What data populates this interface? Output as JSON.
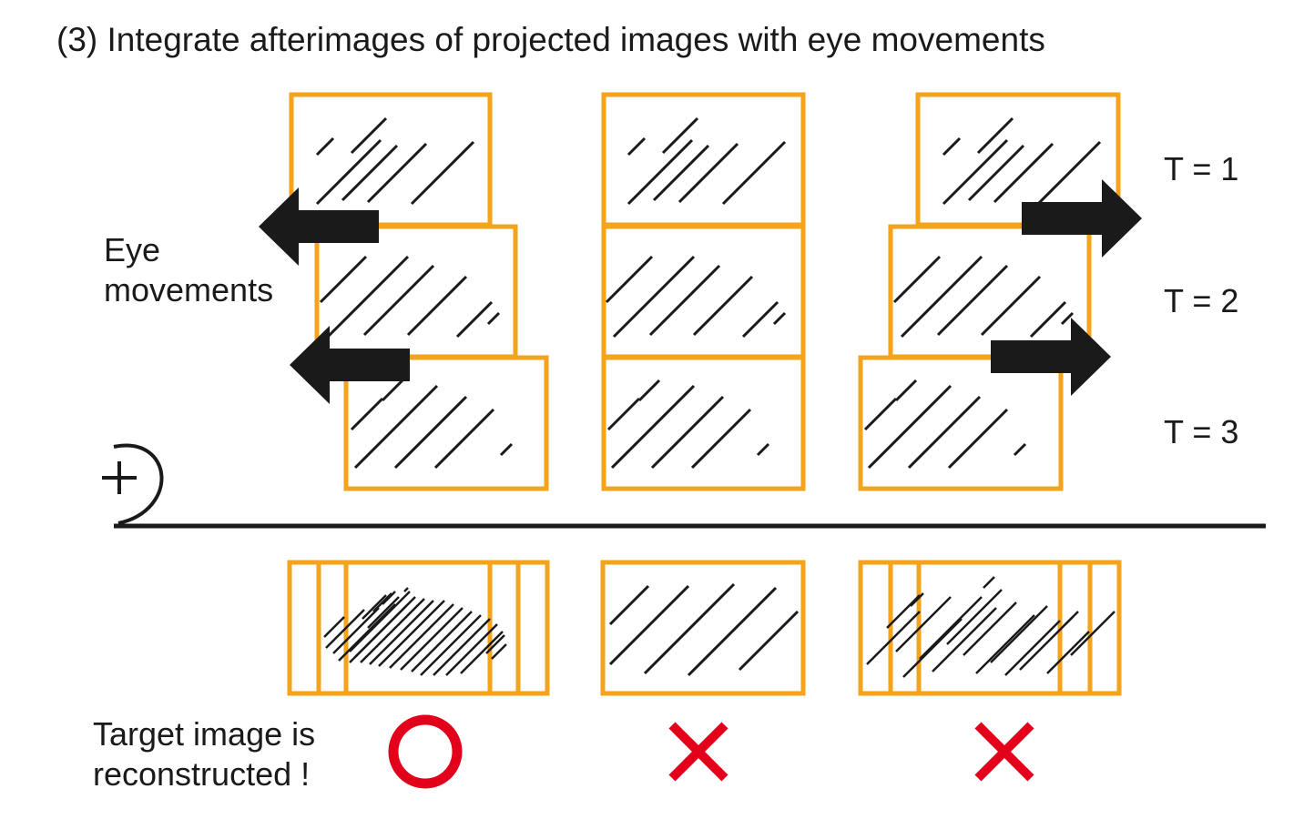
{
  "title": "(3) Integrate afterimages of projected images with eye movements",
  "eye_movements_label": {
    "line1": "Eye",
    "line2": "movements"
  },
  "time_labels": [
    "T = 1",
    "T = 2",
    "T = 3"
  ],
  "result_label": {
    "line1": "Target image is",
    "line2": "reconstructed !"
  },
  "results": [
    {
      "mark": "circle",
      "meaning": "success"
    },
    {
      "mark": "cross",
      "meaning": "failure"
    },
    {
      "mark": "cross",
      "meaning": "failure"
    }
  ],
  "colors": {
    "frame": "#F5A31A",
    "hatch": "#1a1a1a",
    "arrow": "#1a1a1a",
    "mark": "#E3001B",
    "text": "#1a1a1a"
  }
}
